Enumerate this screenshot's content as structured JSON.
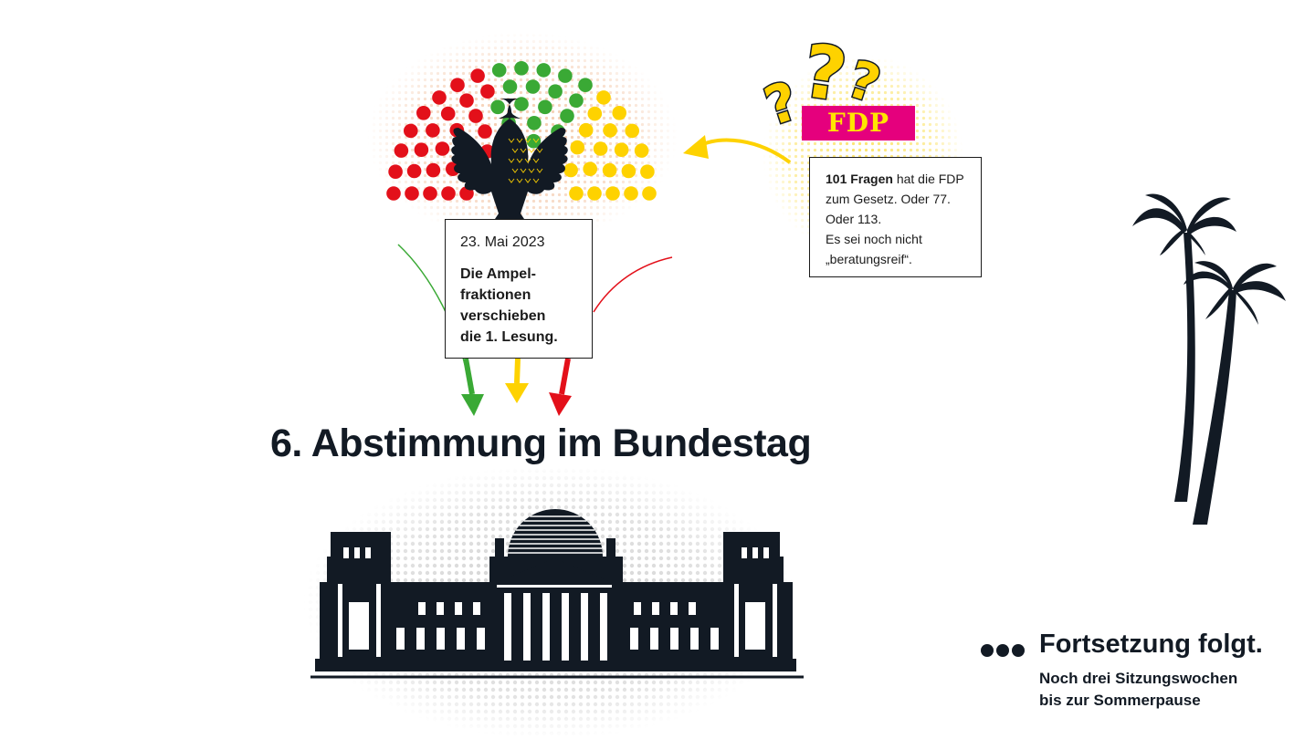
{
  "step_title": "6. Abstimmung im Bundestag",
  "event_box": {
    "date": "23. Mai 2023",
    "text": "Die Ampel-fraktionen verschieben die 1. Lesung."
  },
  "fdp": {
    "label": "FDP",
    "question_marks": "???",
    "note_bold": "101 Fragen",
    "note_rest_1": " hat die FDP zum Gesetz. Oder 77. Oder 113.",
    "note_rest_2": "Es sei noch nicht „beratungsreif“."
  },
  "footer": {
    "title": "Fortsetzung folgt.",
    "subtitle_line1": "Noch drei Sitzungswochen",
    "subtitle_line2": "bis zur Sommerpause"
  },
  "colors": {
    "red": "#e3101a",
    "green": "#3aa935",
    "yellow": "#fed200",
    "navy": "#121a24",
    "fdp_magenta": "#e5007d",
    "fdp_yellow": "#ffe500"
  },
  "icons": [
    "bundesadler-icon",
    "reichstag-icon",
    "palm-trees-icon",
    "question-marks-icon"
  ]
}
